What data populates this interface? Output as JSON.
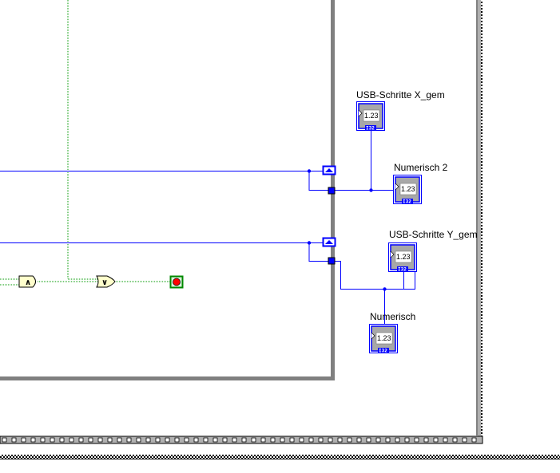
{
  "diagram": {
    "indicators": [
      {
        "label": "USB-Schritte X_gem",
        "value": "1.23",
        "type": "I32"
      },
      {
        "label": "Numerisch 2",
        "value": "1.23",
        "type": "I32"
      },
      {
        "label": "USB-Schritte Y_gem",
        "value": "1.23",
        "type": "I32"
      },
      {
        "label": "Numerisch",
        "value": "1.23",
        "type": "I32"
      }
    ],
    "gates": {
      "and": "∧",
      "or": "∨"
    },
    "colors": {
      "int_wire": "#0000ff",
      "bool_wire": "#009900",
      "loop_border": "#808080"
    }
  }
}
